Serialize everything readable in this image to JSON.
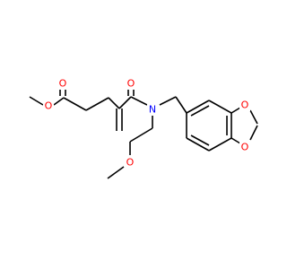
{
  "molecule": {
    "atoms": [
      {
        "id": "O_ester_methoxy",
        "symbol": "O"
      },
      {
        "id": "O_ester_carbonyl",
        "symbol": "O"
      },
      {
        "id": "O_amide_carbonyl",
        "symbol": "O"
      },
      {
        "id": "N_amide",
        "symbol": "N"
      },
      {
        "id": "O_ether",
        "symbol": "O"
      },
      {
        "id": "O_dioxole_top",
        "symbol": "O"
      },
      {
        "id": "O_dioxole_bottom",
        "symbol": "O"
      }
    ],
    "colors": {
      "bond": "#000000",
      "oxygen": "#ff0000",
      "nitrogen": "#0000ff",
      "background": "#ffffff"
    }
  }
}
